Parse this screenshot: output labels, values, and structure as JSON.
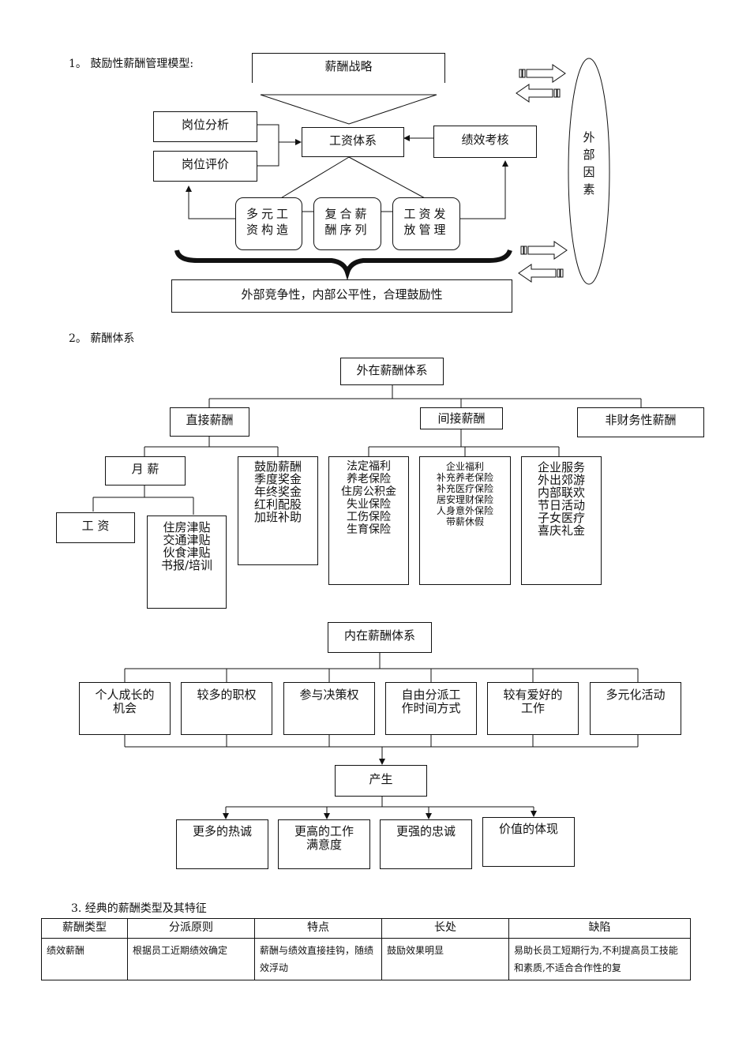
{
  "section1": {
    "heading": "1。 鼓励性薪酬管理模型:",
    "strategy": "薪酬战略",
    "job_analysis": "岗位分析",
    "job_evaluation": "岗位评价",
    "wage_system": "工资体系",
    "performance_review": "绩效考核",
    "multi_wage": "多元工\n资构造",
    "composite_pay": "复合薪\n酬序列",
    "wage_payment": "工资发\n放管理",
    "principles": "外部竞争性，内部公平性，合理鼓励性",
    "external_factors": "外\n部\n因\n素"
  },
  "section2": {
    "heading": "2。   薪酬体系",
    "external": {
      "root": "外在薪酬体系",
      "direct": "直接薪酬",
      "indirect": "间接薪酬",
      "nonfinancial": "非财务性薪酬",
      "monthly": "月  薪",
      "bonus_list": "鼓励薪酬\n季度奖金\n年终奖金\n红利配股\n加班补助",
      "statutory_list": "法定福利\n养老保险\n住房公积金\n失业保险\n工伤保险\n生育保险",
      "enterprise_list": "企业福利\n补充养老保险\n补充医疗保险\n居安理财保险\n人身意外保险\n带薪休假",
      "service_list": "企业服务\n外出郊游\n内部联欢\n节日活动\n子女医疗\n喜庆礼金",
      "wage": "工  资",
      "allowance_list": "住房津贴\n交通津贴\n伙食津贴\n书报/培训"
    },
    "internal": {
      "root": "内在薪酬体系",
      "items": [
        "个人成长的\n机会",
        "较多的职权",
        "参与决策权",
        "自由分派工\n作时间方式",
        "较有爱好的\n工作",
        "多元化活动"
      ],
      "produce": "产生",
      "results": [
        "更多的热诚",
        "更高的工作\n满意度",
        "更强的忠诚",
        "价值的体现"
      ]
    }
  },
  "section3": {
    "heading": "3. 经典的薪酬类型及其特征",
    "columns": [
      "薪酬类型",
      "分派原则",
      "特点",
      "长处",
      "缺陷"
    ],
    "rows": [
      [
        "绩效薪酬",
        "根据员工近期绩效确定",
        "薪酬与绩效直接挂钩，随绩效浮动",
        "鼓励效果明显",
        "易助长员工短期行为,不利提高员工技能和素质,不适合合作性的复"
      ]
    ]
  }
}
